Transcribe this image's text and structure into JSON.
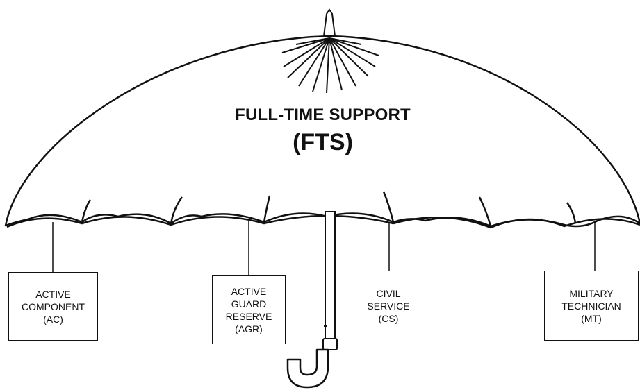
{
  "diagram": {
    "title_line1": "FULL-TIME SUPPORT",
    "title_line2": "(FTS)",
    "components": [
      {
        "line1": "ACTIVE",
        "line2": "COMPONENT",
        "line3": "(AC)"
      },
      {
        "line1": "ACTIVE",
        "line2": "GUARD",
        "line3": "RESERVE",
        "line4": "(AGR)"
      },
      {
        "line1": "CIVIL",
        "line2": "SERVICE",
        "line3": "(CS)"
      },
      {
        "line1": "MILITARY",
        "line2": "TECHNICIAN",
        "line3": "(MT)"
      }
    ]
  }
}
